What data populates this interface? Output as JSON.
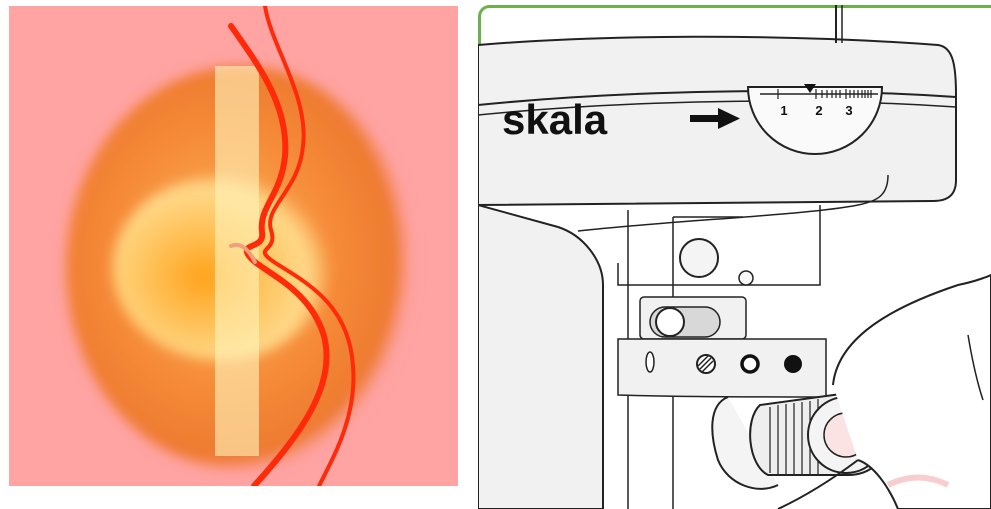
{
  "left_panel": {
    "description_icon": "lens-profile-icon",
    "colors": {
      "background": "#ffa3a3",
      "outer_glow": "#f07a2e",
      "inner_core": "#ffd27a",
      "center": "#ffa21a",
      "beam": "#fff2b8",
      "curve": "#ff2a0a"
    }
  },
  "right_panel": {
    "label": "skala",
    "scale_numbers": [
      "1",
      "2",
      "3"
    ],
    "pointer_icon": "triangle-pointer-icon",
    "arrow_icon": "arrow-right-icon",
    "colors": {
      "frame": "#6ab04c",
      "body": "#f1f1f1",
      "outline": "#222222"
    }
  }
}
